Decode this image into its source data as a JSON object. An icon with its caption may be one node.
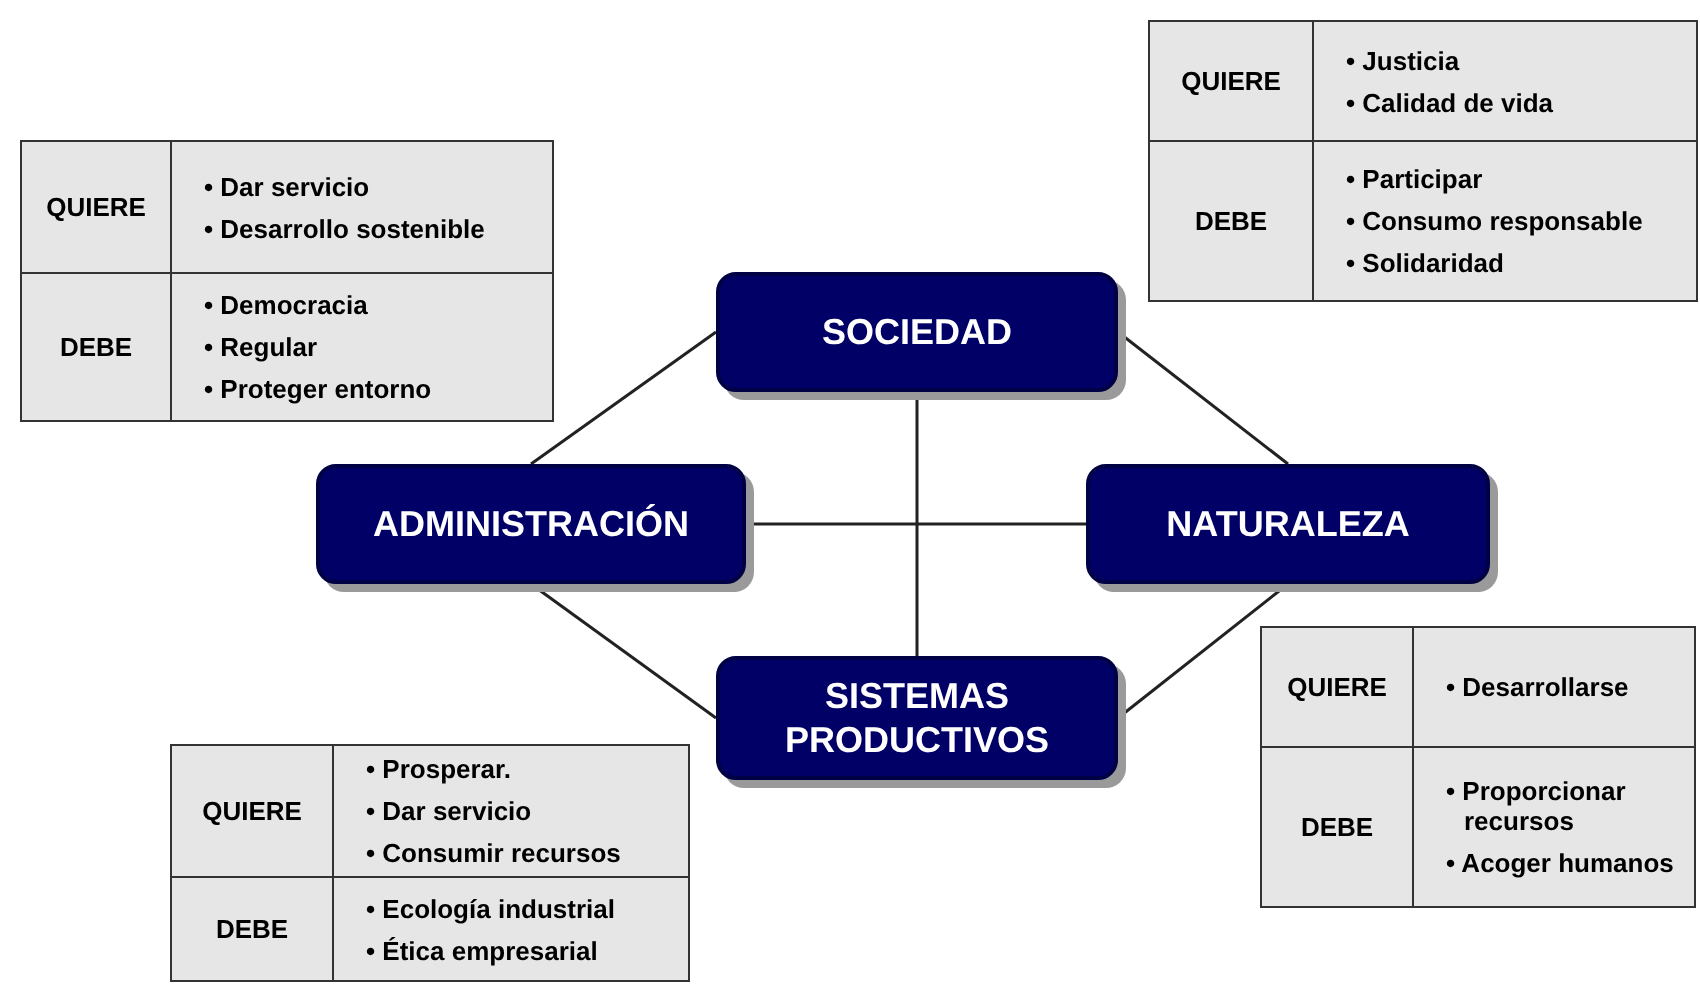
{
  "diagram": {
    "nodes": [
      {
        "text": [
          "SOCIEDAD"
        ]
      },
      {
        "text": [
          "ADMINISTRACIÓN"
        ]
      },
      {
        "text": [
          "NATURALEZA"
        ]
      },
      {
        "text": [
          "SISTEMAS PRODUCTIVOS"
        ]
      }
    ],
    "edges": [
      {
        "from": 0,
        "to": 1,
        "arrow": "none"
      },
      {
        "from": 0,
        "to": 2,
        "arrow": "none"
      },
      {
        "from": 1,
        "to": 3,
        "arrow": "none"
      },
      {
        "from": 2,
        "to": 3,
        "arrow": "none"
      },
      {
        "from": 0,
        "to": 3,
        "arrow": "none"
      },
      {
        "from": 1,
        "to": 2,
        "arrow": "none"
      }
    ],
    "labels": [
      "QUIERE",
      "• Justicia",
      "• Calidad de vida",
      "DEBE",
      "• Participar",
      "• Consumo responsable",
      "• Solidaridad",
      "QUIERE",
      "• Dar servicio",
      "• Desarrollo sostenible",
      "DEBE",
      "• Democracia",
      "• Regular",
      "• Proteger entorno",
      "QUIERE",
      "• Desarrollarse",
      "DEBE",
      "• Proporcionar recursos",
      "• Acoger humanos",
      "QUIERE",
      "• Prosperar.",
      "• Dar servicio",
      "• Consumir recursos",
      "DEBE",
      "• Ecología industrial",
      "• Ética empresarial"
    ]
  }
}
